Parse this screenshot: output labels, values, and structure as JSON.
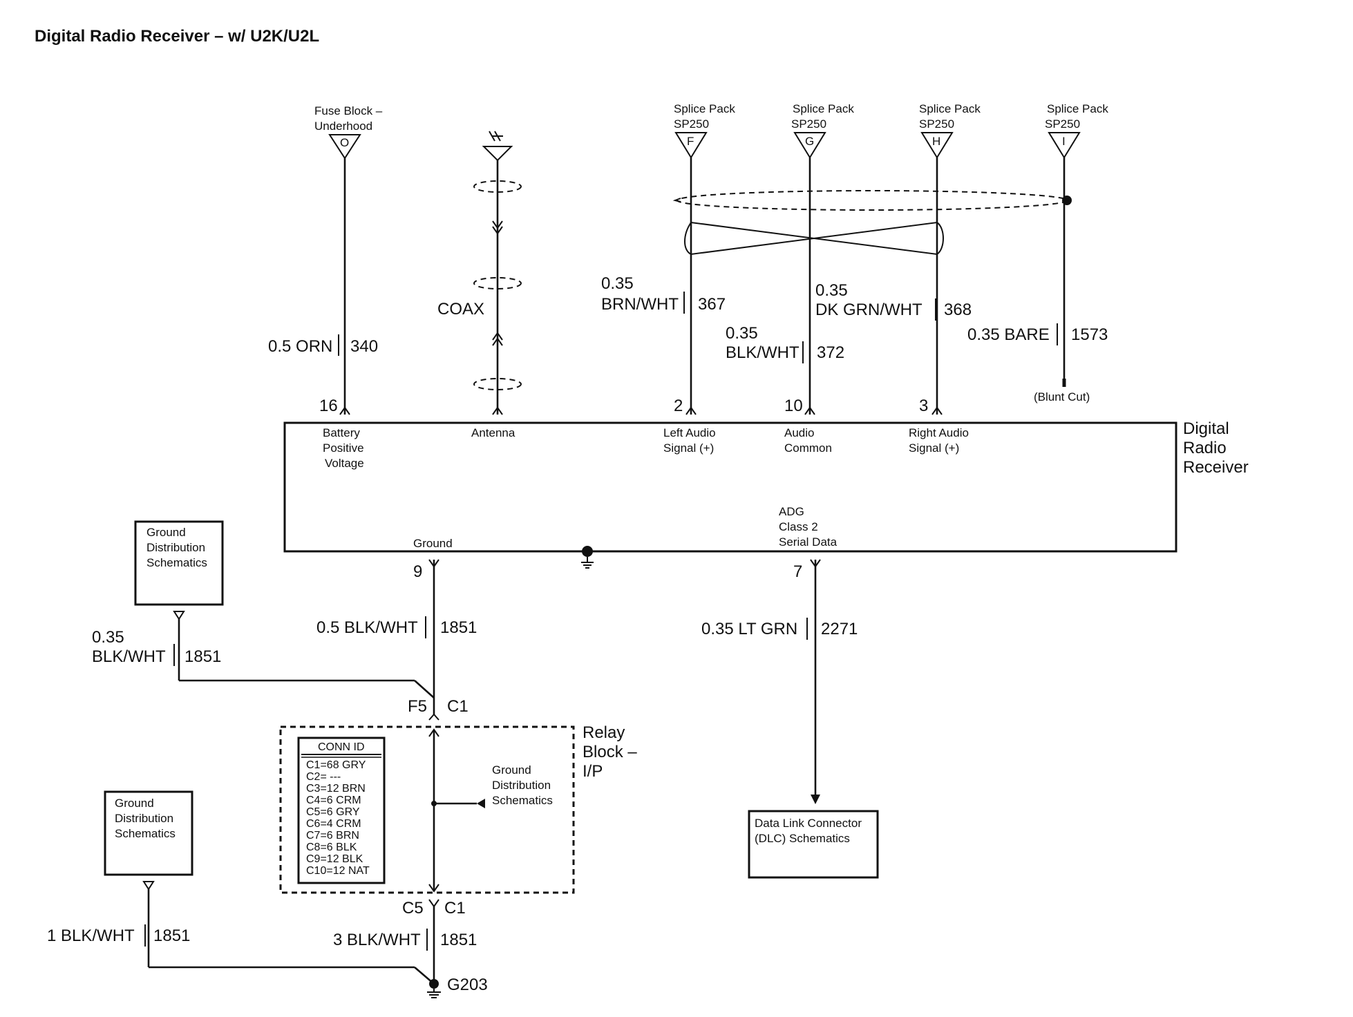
{
  "title": "Digital Radio Receiver – w/ U2K/U2L",
  "top_sources": {
    "fuse": {
      "line1": "Fuse Block –",
      "line2": "Underhood",
      "terminal": "O"
    },
    "sp_f": {
      "line1": "Splice Pack",
      "line2": "SP250",
      "terminal": "F"
    },
    "sp_g": {
      "line1": "Splice Pack",
      "line2": "SP250",
      "terminal": "G"
    },
    "sp_h": {
      "line1": "Splice Pack",
      "line2": "SP250",
      "terminal": "H"
    },
    "sp_i": {
      "line1": "Splice Pack",
      "line2": "SP250",
      "terminal": "I"
    }
  },
  "wires": {
    "batt": {
      "gauge_color": "0.5 ORN",
      "circuit": "340"
    },
    "coax": {
      "label": "COAX"
    },
    "left": {
      "gauge": "0.35",
      "color": "BRN/WHT",
      "circuit": "367"
    },
    "common": {
      "gauge": "0.35",
      "color": "BLK/WHT",
      "circuit": "372"
    },
    "right": {
      "gauge": "0.35",
      "color": "DK GRN/WHT",
      "circuit": "368"
    },
    "bare": {
      "gauge_color": "0.35 BARE",
      "circuit": "1573",
      "end_note": "(Blunt Cut)"
    },
    "gnd_main": {
      "gauge_color": "0.5 BLK/WHT",
      "circuit": "1851"
    },
    "gnd_left": {
      "gauge": "0.35",
      "color": "BLK/WHT",
      "circuit": "1851"
    },
    "serial": {
      "gauge_color": "0.35 LT GRN",
      "circuit": "2271"
    },
    "gnd_lower": {
      "gauge_color": "3 BLK/WHT",
      "circuit": "1851"
    },
    "gnd_far": {
      "gauge_color": "1 BLK/WHT",
      "circuit": "1851"
    }
  },
  "receiver": {
    "name_lines": [
      "Digital",
      "Radio",
      "Receiver"
    ],
    "pins": {
      "p16": {
        "number": "16",
        "lines": [
          "Battery",
          "Positive",
          "Voltage"
        ]
      },
      "ant": {
        "lines": [
          "Antenna"
        ]
      },
      "p2": {
        "number": "2",
        "lines": [
          "Left Audio",
          "Signal (+)"
        ]
      },
      "p10": {
        "number": "10",
        "lines": [
          "Audio",
          "Common"
        ]
      },
      "p3": {
        "number": "3",
        "lines": [
          "Right Audio",
          "Signal (+)"
        ]
      },
      "p9": {
        "number": "9",
        "lines": [
          "Ground"
        ]
      },
      "p7": {
        "number": "7",
        "lines": [
          "ADG",
          "Class 2",
          "Serial Data"
        ]
      }
    }
  },
  "relay_block": {
    "name_lines": [
      "Relay",
      "Block –",
      "I/P"
    ],
    "top_conn": {
      "pin": "F5",
      "conn": "C1"
    },
    "bottom_conn": {
      "pin": "C5",
      "conn": "C1"
    },
    "conn_id_header": "CONN ID",
    "conn_ids": [
      "C1=68 GRY",
      "C2= ---",
      "C3=12 BRN",
      "C4=6 CRM",
      "C5=6 GRY",
      "C6=4 CRM",
      "C7=6 BRN",
      "C8=6 BLK",
      "C9=12 BLK",
      "C10=12 NAT"
    ],
    "inner_ref": [
      "Ground",
      "Distribution",
      "Schematics"
    ]
  },
  "ref_boxes": {
    "gd_upper": [
      "Ground",
      "Distribution",
      "Schematics"
    ],
    "gd_lower": [
      "Ground",
      "Distribution",
      "Schematics"
    ],
    "dlc": [
      "Data Link Connector",
      "(DLC) Schematics"
    ]
  },
  "ground_point": "G203"
}
